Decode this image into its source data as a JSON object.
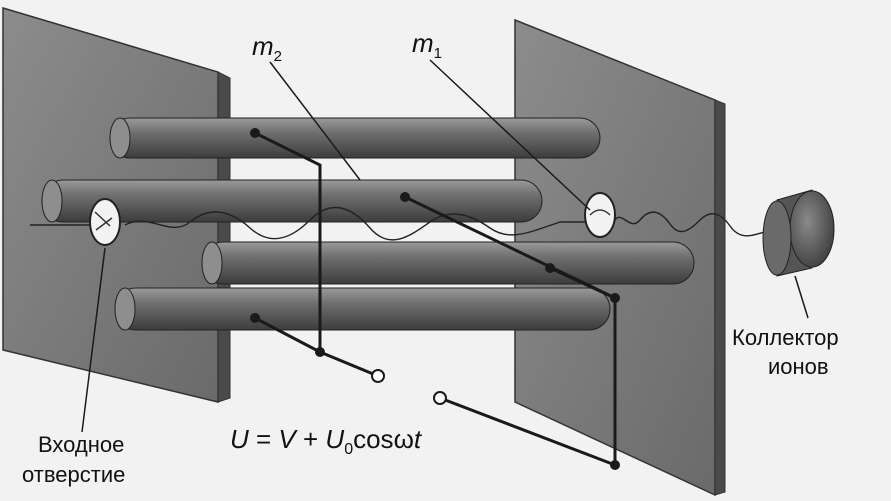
{
  "labels": {
    "m2": {
      "symbol": "m",
      "subscript": "2"
    },
    "m1": {
      "symbol": "m",
      "subscript": "1"
    },
    "collector": [
      "Коллектор",
      "ионов"
    ],
    "inlet": [
      "Входное",
      "отверстие"
    ]
  },
  "formula": {
    "lhs": "U",
    "eq": " = ",
    "v": "V",
    "plus": " + ",
    "u": "U",
    "u_sub": "0",
    "cos": "cos",
    "omega": "ω",
    "t": "t"
  }
}
